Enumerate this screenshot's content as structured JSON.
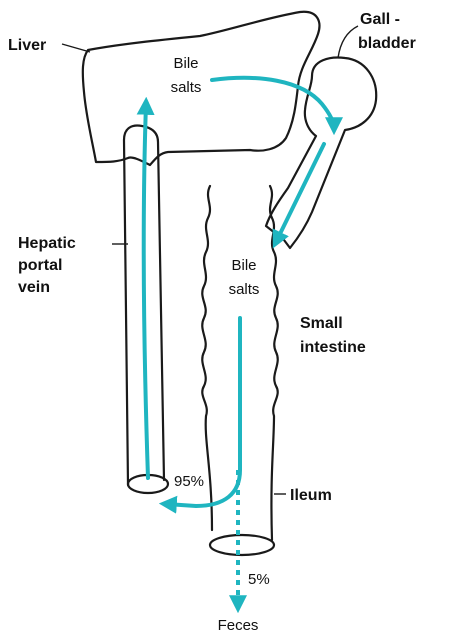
{
  "labels": {
    "liver": "Liver",
    "gallbladder_line1": "Gall -",
    "gallbladder_line2": "bladder",
    "hepatic_line1": "Hepatic",
    "hepatic_line2": "portal",
    "hepatic_line3": "vein",
    "bile_salts_liver_line1": "Bile",
    "bile_salts_liver_line2": "salts",
    "bile_salts_intestine_line1": "Bile",
    "bile_salts_intestine_line2": "salts",
    "small_intestine_line1": "Small",
    "small_intestine_line2": "intestine",
    "ileum": "Ileum",
    "reabsorbed_percent": "95%",
    "excreted_percent": "5%",
    "feces": "Feces"
  },
  "colors": {
    "flow_arrow": "#1fb5c0",
    "outline": "#1a1a1a",
    "text": "#111111"
  }
}
